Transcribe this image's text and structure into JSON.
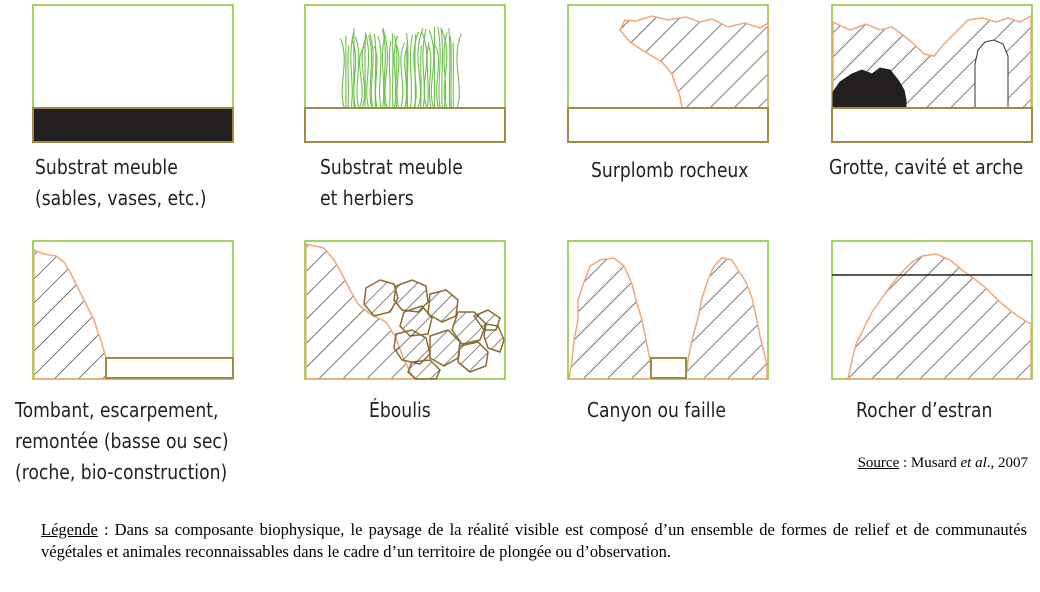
{
  "panels": [
    {
      "id": "substrat-meuble",
      "lines": [
        "Substrat meuble",
        "(sables, vases, etc.)"
      ]
    },
    {
      "id": "substrat-herbiers",
      "lines": [
        "Substrat meuble",
        "et herbiers"
      ]
    },
    {
      "id": "surplomb",
      "lines": [
        "Surplomb rocheux"
      ]
    },
    {
      "id": "grotte",
      "lines": [
        "Grotte, cavité et arche"
      ]
    },
    {
      "id": "tombant",
      "lines": [
        "Tombant, escarpement,",
        "remontée (basse ou sec)",
        "(roche, bio-construction)"
      ]
    },
    {
      "id": "eboulis",
      "lines": [
        "Éboulis"
      ]
    },
    {
      "id": "canyon",
      "lines": [
        "Canyon ou faille"
      ]
    },
    {
      "id": "estran",
      "lines": [
        "Rocher d’estran"
      ]
    }
  ],
  "source": {
    "label": "Source",
    "sep": " : Musard ",
    "etal": "et al",
    "year": "., 2007"
  },
  "legend": {
    "label": "Légende",
    "text": " : Dans sa composante biophysique, le paysage de la réalité visible est composé d’un ensemble de formes de relief et de communautés végétales et animales reconnaissables dans le cadre d’un territoire de plongée ou d’observation."
  },
  "colors": {
    "frame": "#8dc63f",
    "sediment": "#a08a4a",
    "rock_outline": "#f0a878",
    "hatch": "#333333",
    "dark": "#231f20",
    "grass": "#6cc04a"
  }
}
